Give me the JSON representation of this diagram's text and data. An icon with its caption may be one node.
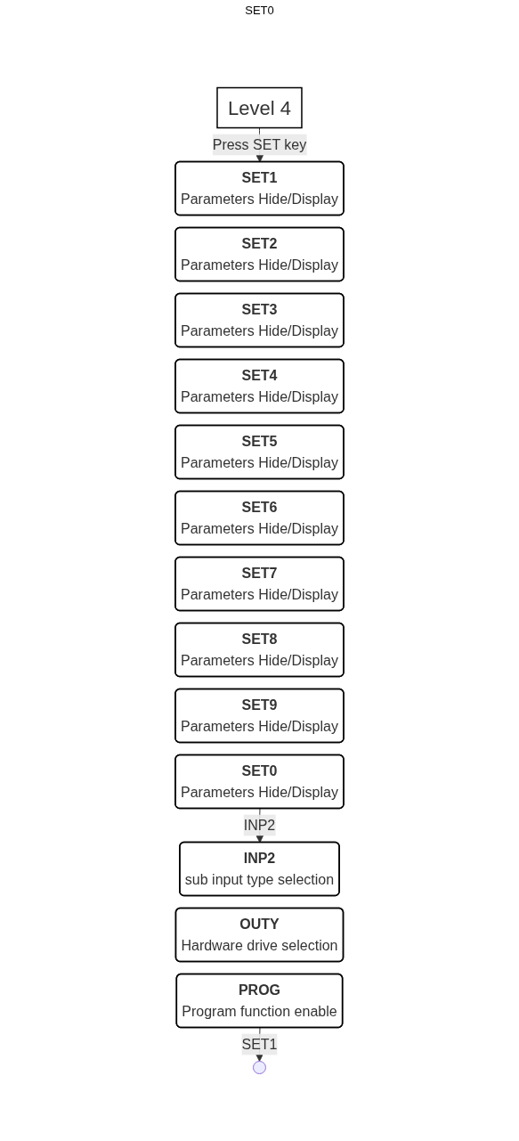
{
  "diagram": {
    "nodes": [
      {
        "text": [
          "Level 4"
        ]
      },
      {
        "text": [
          "SET1",
          "Parameters Hide/Display"
        ]
      },
      {
        "text": [
          "SET2",
          "Parameters Hide/Display"
        ]
      },
      {
        "text": [
          "SET3",
          "Parameters Hide/Display"
        ]
      },
      {
        "text": [
          "SET4",
          "Parameters Hide/Display"
        ]
      },
      {
        "text": [
          "SET5",
          "Parameters Hide/Display"
        ]
      },
      {
        "text": [
          "SET6",
          "Parameters Hide/Display"
        ]
      },
      {
        "text": [
          "SET7",
          "Parameters Hide/Display"
        ]
      },
      {
        "text": [
          "SET8",
          "Parameters Hide/Display"
        ]
      },
      {
        "text": [
          "SET9",
          "Parameters Hide/Display"
        ]
      },
      {
        "text": [
          "SET0",
          "Parameters Hide/Display"
        ]
      },
      {
        "text": [
          "INP2",
          "sub input type selection"
        ]
      },
      {
        "text": [
          "OUTY",
          "Hardware drive selection"
        ]
      },
      {
        "text": [
          "PROG",
          "Program function enable"
        ]
      }
    ],
    "edges": [
      {
        "from": 0,
        "to": 1,
        "arrow": "to",
        "label": "Press SET key"
      },
      {
        "from": 10,
        "to": 11,
        "arrow": "to",
        "label": "INP2"
      },
      {
        "from": 13,
        "to": null,
        "arrow": "to",
        "label": "SET1"
      }
    ],
    "labels": [
      "SET0"
    ]
  }
}
